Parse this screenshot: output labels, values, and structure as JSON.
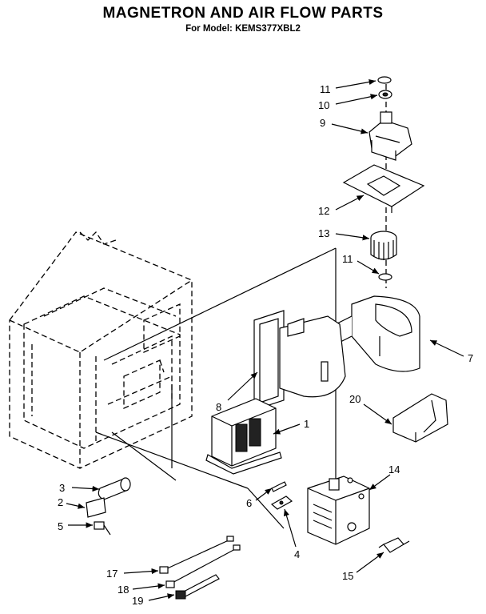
{
  "header": {
    "title": "MAGNETRON AND AIR FLOW PARTS",
    "subtitle": "For Model: KEMS377XBL2"
  },
  "callouts": {
    "c11a": "11",
    "c10": "10",
    "c9": "9",
    "c12": "12",
    "c13": "13",
    "c11b": "11",
    "c7": "7",
    "c8": "8",
    "c1": "1",
    "c20": "20",
    "c3": "3",
    "c2": "2",
    "c6": "6",
    "c14": "14",
    "c5": "5",
    "c4": "4",
    "c17": "17",
    "c15": "15",
    "c18": "18",
    "c19": "19"
  }
}
